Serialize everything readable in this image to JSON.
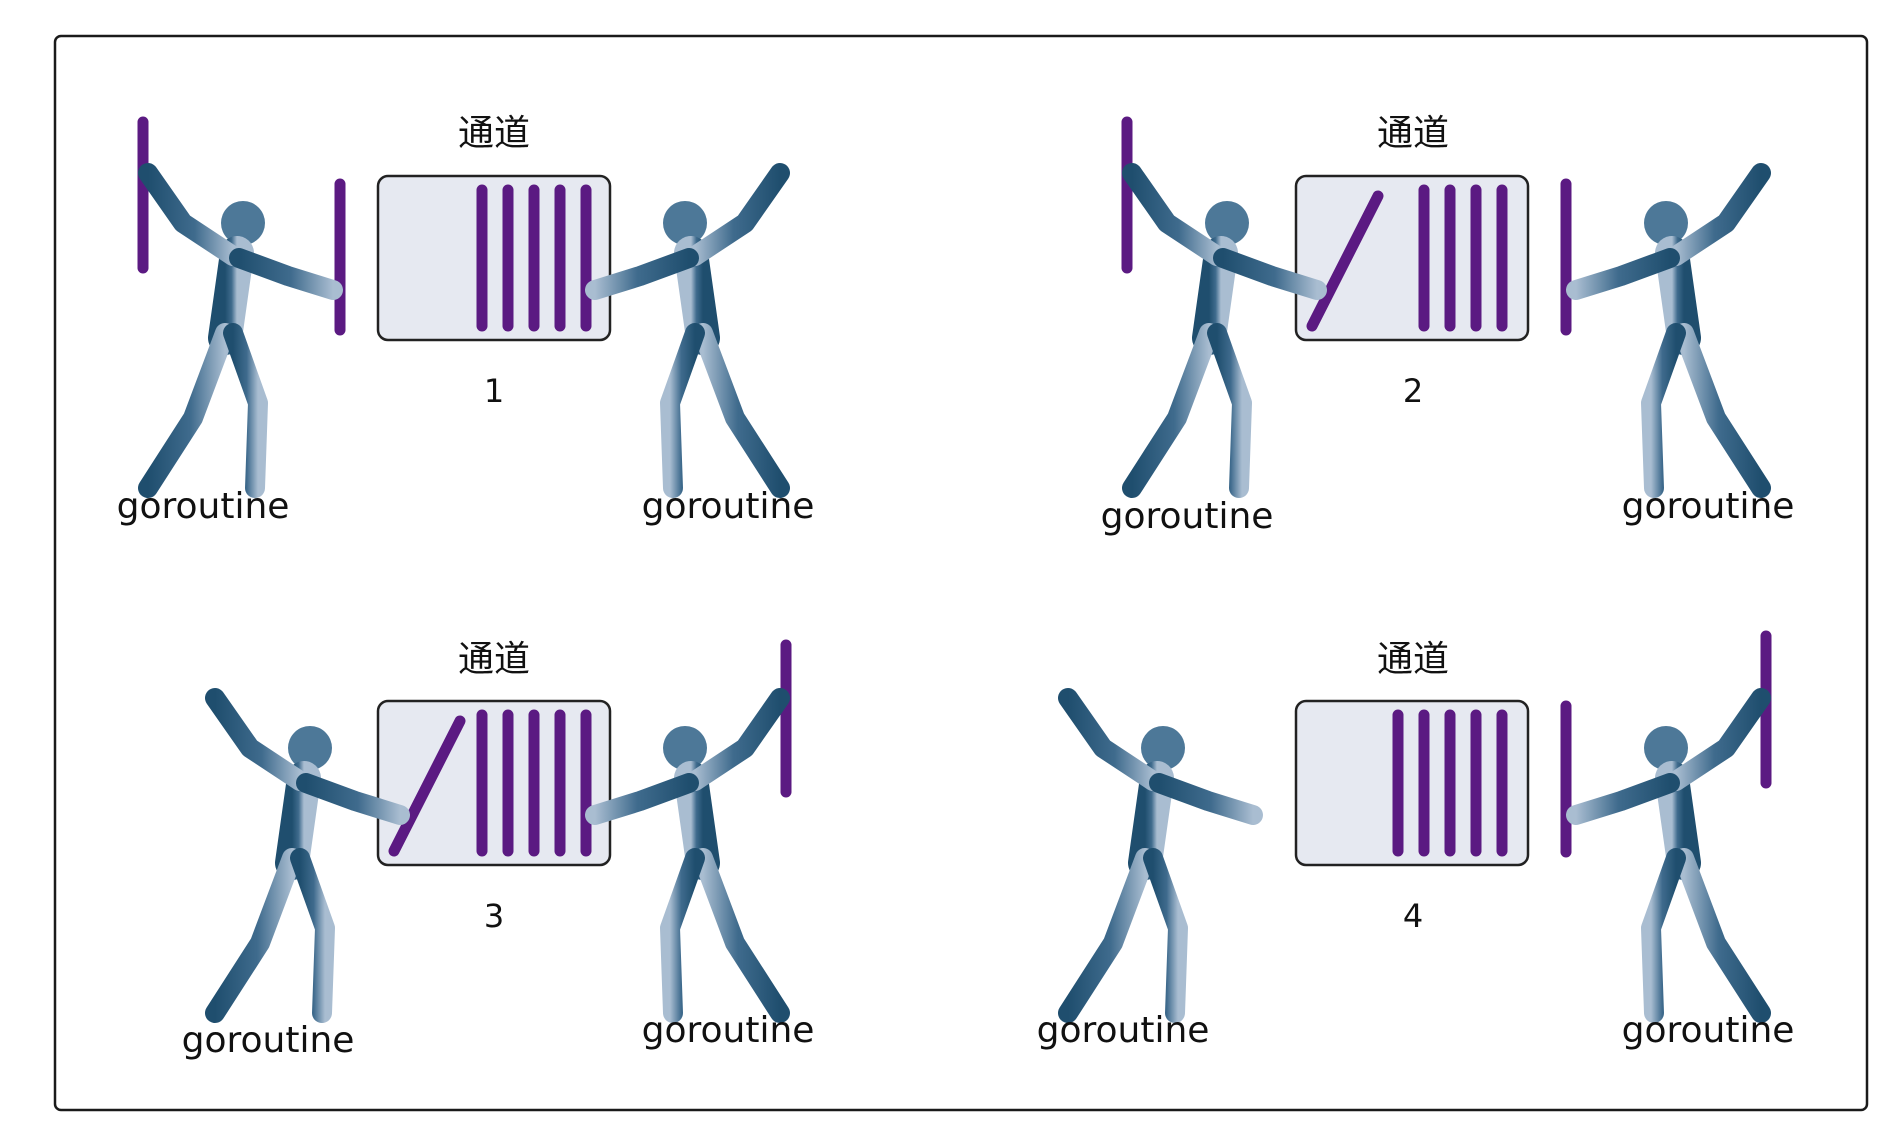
{
  "colors": {
    "stick": "#5b1a82",
    "figure_dark": "#1f4e6e",
    "figure_mid": "#3f6b8d",
    "figure_light": "#9db4ca",
    "channel_fill": "#e6e9f1",
    "channel_border": "#222222",
    "frame_border": "#1a1a1a"
  },
  "panels": [
    {
      "channel_label": "通道",
      "step": "1",
      "left_label": "goroutine",
      "right_label": "goroutine"
    },
    {
      "channel_label": "通道",
      "step": "2",
      "left_label": "goroutine",
      "right_label": "goroutine"
    },
    {
      "channel_label": "通道",
      "step": "3",
      "left_label": "goroutine",
      "right_label": "goroutine"
    },
    {
      "channel_label": "通道",
      "step": "4",
      "left_label": "goroutine",
      "right_label": "goroutine"
    }
  ]
}
